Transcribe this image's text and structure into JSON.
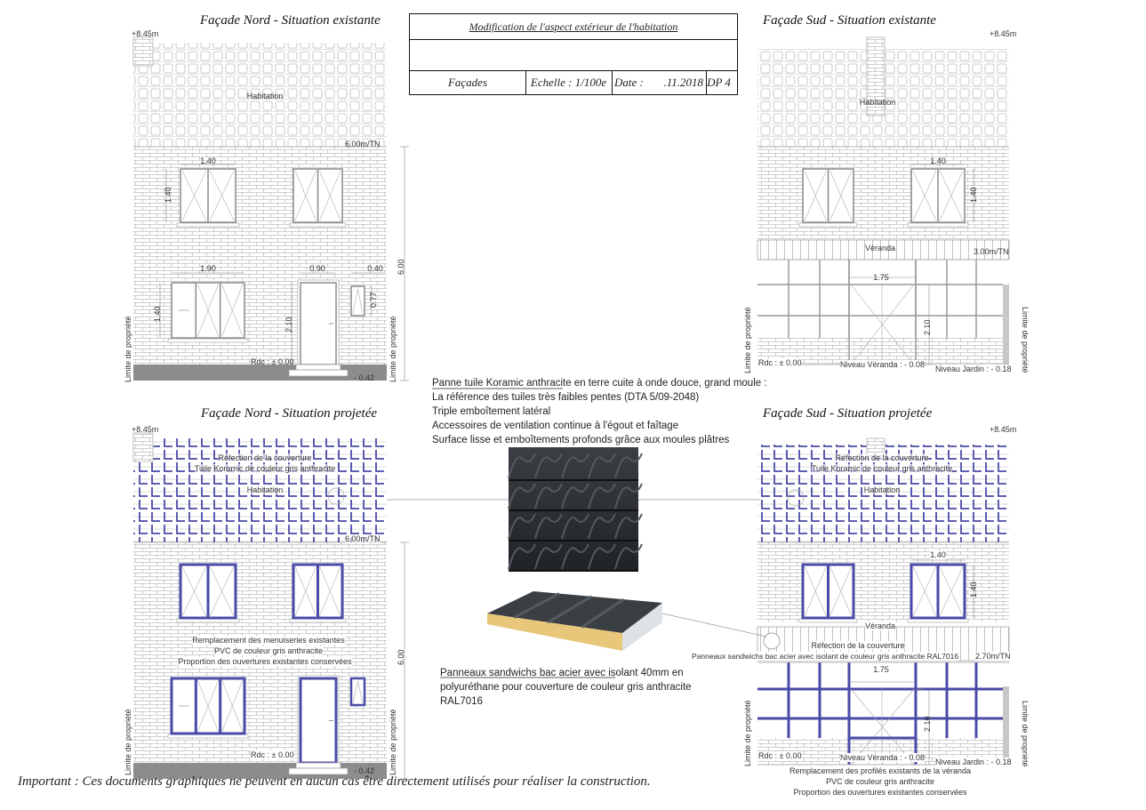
{
  "title_block": {
    "title": "Modification de l'aspect extérieur de l'habitation",
    "sheet": "Façades",
    "scale": "Echelle : 1/100e",
    "date_label": "Date :",
    "date": ".11.2018",
    "dp": "DP 4"
  },
  "north_existing": {
    "title": "Façade Nord - Situation existante",
    "roof_level": "+8.45m",
    "room": "Habitation",
    "eave_level": "6.00m/TN",
    "win_width_upper": "1.40",
    "win_height_upper": "1.40",
    "win_width_lower": "1.90",
    "door_width": "0.90",
    "small_win_width": "0.40",
    "win_height_lower": "1.40",
    "door_height": "2.10",
    "small_win_height": "0.77",
    "total_height": "6.00",
    "ground_floor_level": "Rdc : ± 0.00",
    "exterior_level": "- 0.42",
    "property_limit": "Limite de propriété"
  },
  "south_existing": {
    "title": "Façade Sud - Situation existante",
    "roof_level": "+8.45m",
    "room": "Habitation",
    "win_width": "1.40",
    "win_height": "1.40",
    "veranda": "Véranda",
    "veranda_level": "3.00m/TN",
    "door_width": "1.75",
    "door_height": "2.10",
    "ground_floor_level": "Rdc : ± 0.00",
    "veranda_floor": "Niveau Véranda : - 0.08",
    "garden_level": "Niveau Jardin : - 0.18",
    "property_limit": "Limite de propriété"
  },
  "north_projected": {
    "title": "Façade Nord - Situation projetée",
    "roof_level": "+8.45m",
    "roof_note_1": "Réfection de la couverture",
    "roof_note_2": "Tuile Koramic de couleur gris anthracite",
    "room": "Habitation",
    "eave_level": "6.00m/TN",
    "total_height": "6.00",
    "joinery_note_1": "Remplacement des menuiseries existantes",
    "joinery_note_2": "PVC de couleur gris anthracite",
    "joinery_note_3": "Proportion des ouvertures existantes conservées",
    "ground_floor_level": "Rdc : ± 0.00",
    "exterior_level": "- 0.42",
    "property_limit": "Limite de propriété"
  },
  "south_projected": {
    "title": "Façade Sud - Situation projetée",
    "roof_level": "+8.45m",
    "roof_note_1": "Réfection de la couverture",
    "roof_note_2": "Tuile Koramic de couleur gris anthracite",
    "room": "Habitation",
    "win_width": "1.40",
    "win_height": "1.40",
    "veranda": "Véranda",
    "veranda_roof_note_1": "Réfection de la couverture",
    "veranda_roof_note_2": "Panneaux sandwichs bac acier avec isolant de couleur gris anthracite RAL7016",
    "veranda_level": "2.70m/TN",
    "door_width": "1.75",
    "door_height": "2.10",
    "ground_floor_level": "Rdc : ± 0.00",
    "veranda_floor": "Niveau Véranda : - 0.08",
    "garden_level": "Niveau Jardin : - 0.18",
    "profile_note_1": "Remplacement des profilés existants de la véranda",
    "profile_note_2": "PVC de couleur gris anthracite",
    "profile_note_3": "Proportion des ouvertures existantes conservées",
    "property_limit": "Limite de propriété"
  },
  "tile_spec": {
    "heading": "Panne tuile Koramic anthracite",
    "heading_rest": " en terre cuite à onde douce, grand moule :",
    "line_1": "La référence des tuiles très faibles pentes (DTA 5/09-2048)",
    "line_2": "Triple emboîtement latéral",
    "line_3": "Accessoires de ventilation continue à l'égout et faîtage",
    "line_4": "Surface lisse et emboîtements profonds grâce aux moules plâtres"
  },
  "panel_spec": {
    "line_1": "Panneaux sandwichs bac acier avec isolant 40mm en",
    "line_2": "polyuréthane pour couverture de couleur gris anthracite",
    "line_3": "RAL7016"
  },
  "disclaimer": "Important : Ces documents graphiques ne peuvent en aucun cas être directement utilisés pour réaliser la construction.",
  "colors": {
    "line_grey": "#9a9a9a",
    "projected_blue": "#4a4aa8",
    "ground_grey": "#8c8c8c",
    "anthracite": "#3a3f44",
    "insulation_yellow": "#e8c77a"
  }
}
